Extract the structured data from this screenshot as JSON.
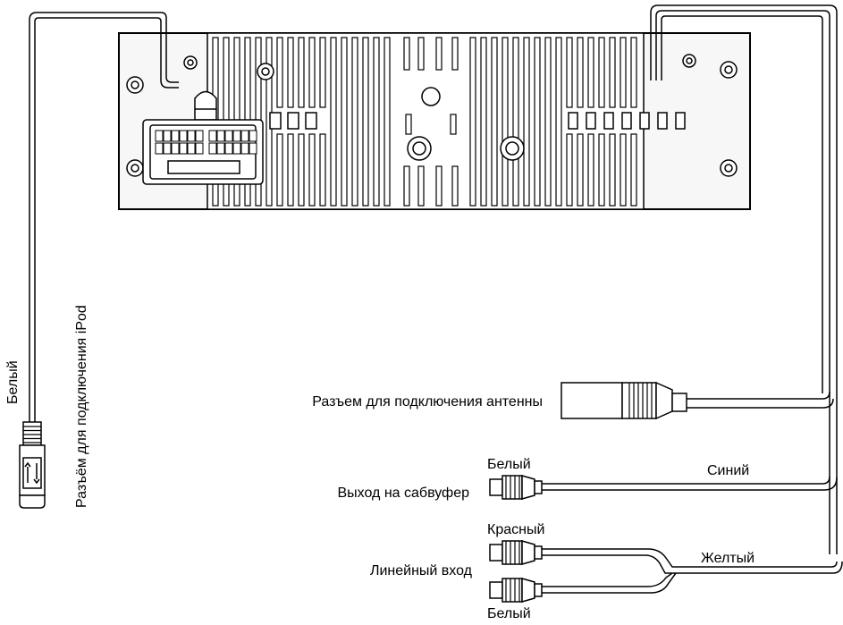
{
  "labels": {
    "ipod_wire_color": "Белый",
    "ipod_connector": "Разъём для подключения iPod",
    "antenna": "Разъем для подключения антенны",
    "sub_plug_color": "Белый",
    "sub_wire_color": "Синий",
    "subwoofer_out": "Выход на сабвуфер",
    "line_in_red": "Красный",
    "line_in_wire_color": "Желтый",
    "line_in": "Линейный вход",
    "line_in_white": "Белый"
  },
  "colors": {
    "line": "#000000",
    "fill": "#ffffff",
    "panel": "#f2f2f2"
  }
}
